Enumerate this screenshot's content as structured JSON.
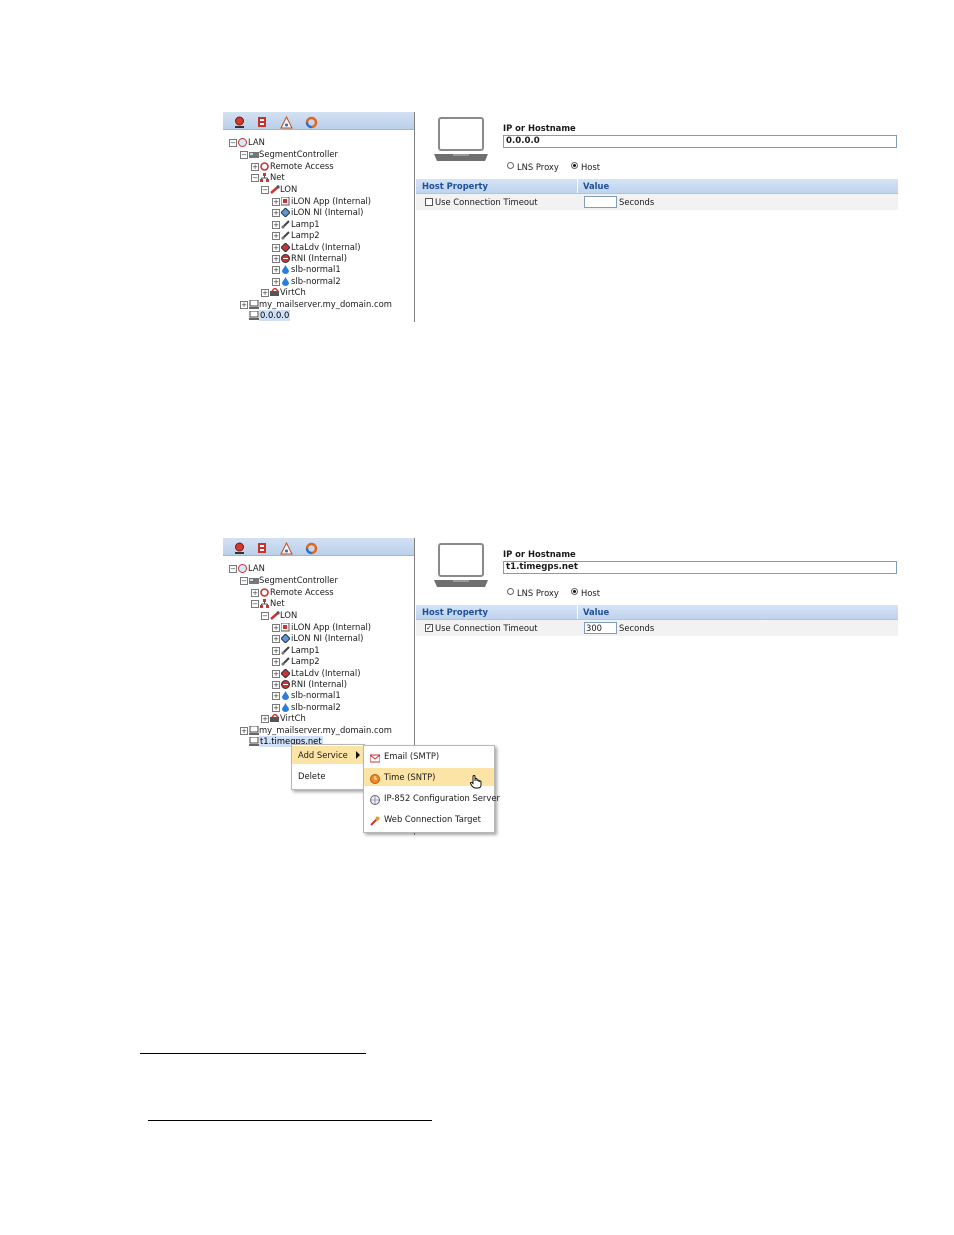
{
  "toolbar": {
    "icons": [
      "network-icon",
      "controller-icon",
      "alarm-icon",
      "refresh-icon"
    ]
  },
  "tree_labels": {
    "lan": "LAN",
    "segment_controller": "SegmentController",
    "remote_access": "Remote Access",
    "net": "Net",
    "lon": "LON",
    "ilon_app": "iLON App (Internal)",
    "ilon_ni": "iLON NI (Internal)",
    "lamp1": "Lamp1",
    "lamp2": "Lamp2",
    "ltaldv": "LtaLdv (Internal)",
    "rni": "RNI (Internal)",
    "slb_normal1": "slb-normal1",
    "slb_normal2": "slb-normal2",
    "virtch": "VirtCh",
    "mailserver": "my_mailserver.my_domain.com"
  },
  "panel1": {
    "new_host": "0.0.0.0",
    "ip_label": "IP or Hostname",
    "ip_value": "0.0.0.0",
    "lns_proxy_label": "LNS Proxy",
    "host_label": "Host",
    "host_selected": true,
    "grid_header_property": "Host Property",
    "grid_header_value": "Value",
    "timeout_label": "Use Connection Timeout",
    "timeout_checked": false,
    "timeout_value": "",
    "timeout_unit": "Seconds"
  },
  "panel2": {
    "new_host": "t1.timegps.net",
    "ip_label": "IP or Hostname",
    "ip_value": "t1.timegps.net",
    "lns_proxy_label": "LNS Proxy",
    "host_label": "Host",
    "host_selected": true,
    "grid_header_property": "Host Property",
    "grid_header_value": "Value",
    "timeout_label": "Use Connection Timeout",
    "timeout_checked": true,
    "timeout_value": "300",
    "timeout_unit": "Seconds"
  },
  "context_menu": {
    "add_service": "Add Service",
    "delete": "Delete"
  },
  "service_submenu": {
    "email": "Email (SMTP)",
    "time": "Time (SNTP)",
    "ip852": "IP-852 Configuration Server",
    "web_target": "Web Connection Target",
    "highlighted": "Time (SNTP)"
  },
  "colors": {
    "toolbar": "#c6d8ef",
    "grid_header_text": "#1f4f96",
    "menu_highlight": "#fbe4a6",
    "selection": "#cfe0f7"
  }
}
